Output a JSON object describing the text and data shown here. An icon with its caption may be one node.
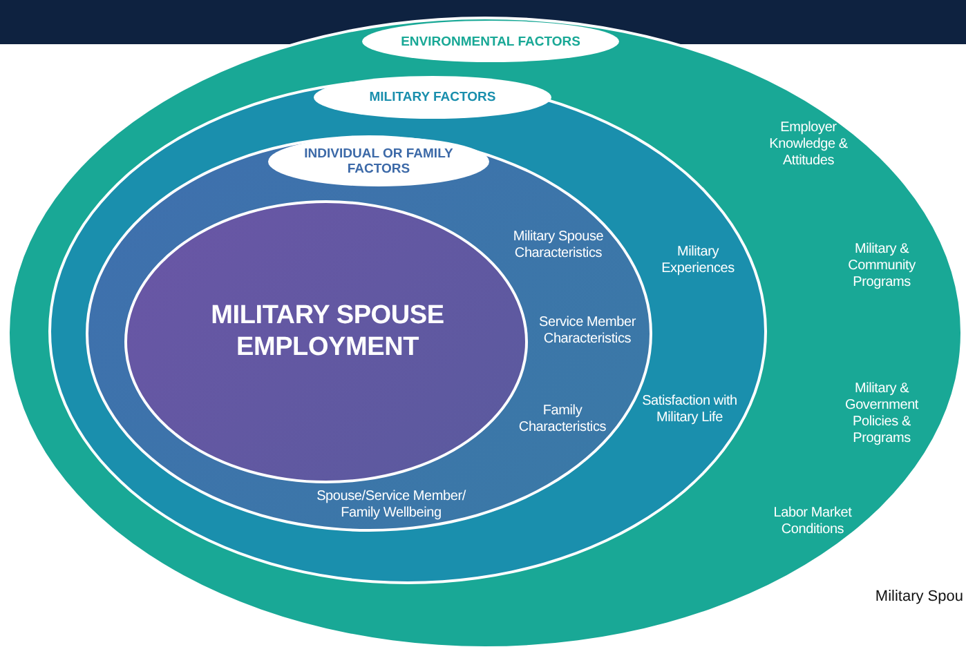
{
  "diagram": {
    "nodes": [
      {
        "text": [
          "ENVIRONMENTAL FACTORS",
          "Employer Knowledge & Attitudes",
          "Military & Community Programs",
          "Military & Government Policies & Programs",
          "Labor Market Conditions"
        ]
      },
      {
        "text": [
          "MILITARY FACTORS",
          "Military Experiences",
          "Satisfaction with Military Life"
        ],
        "in": 0
      },
      {
        "text": [
          "INDIVIDUAL OR FAMILY FACTORS",
          "Military Spouse Characteristics",
          "Service Member Characteristics",
          "Family Characteristics",
          "Spouse/Service Member/ Family Wellbeing"
        ],
        "in": 1
      },
      {
        "text": [
          "MILITARY SPOUSE EMPLOYMENT"
        ],
        "in": 2
      }
    ],
    "labels": [
      "Military Spou"
    ]
  }
}
